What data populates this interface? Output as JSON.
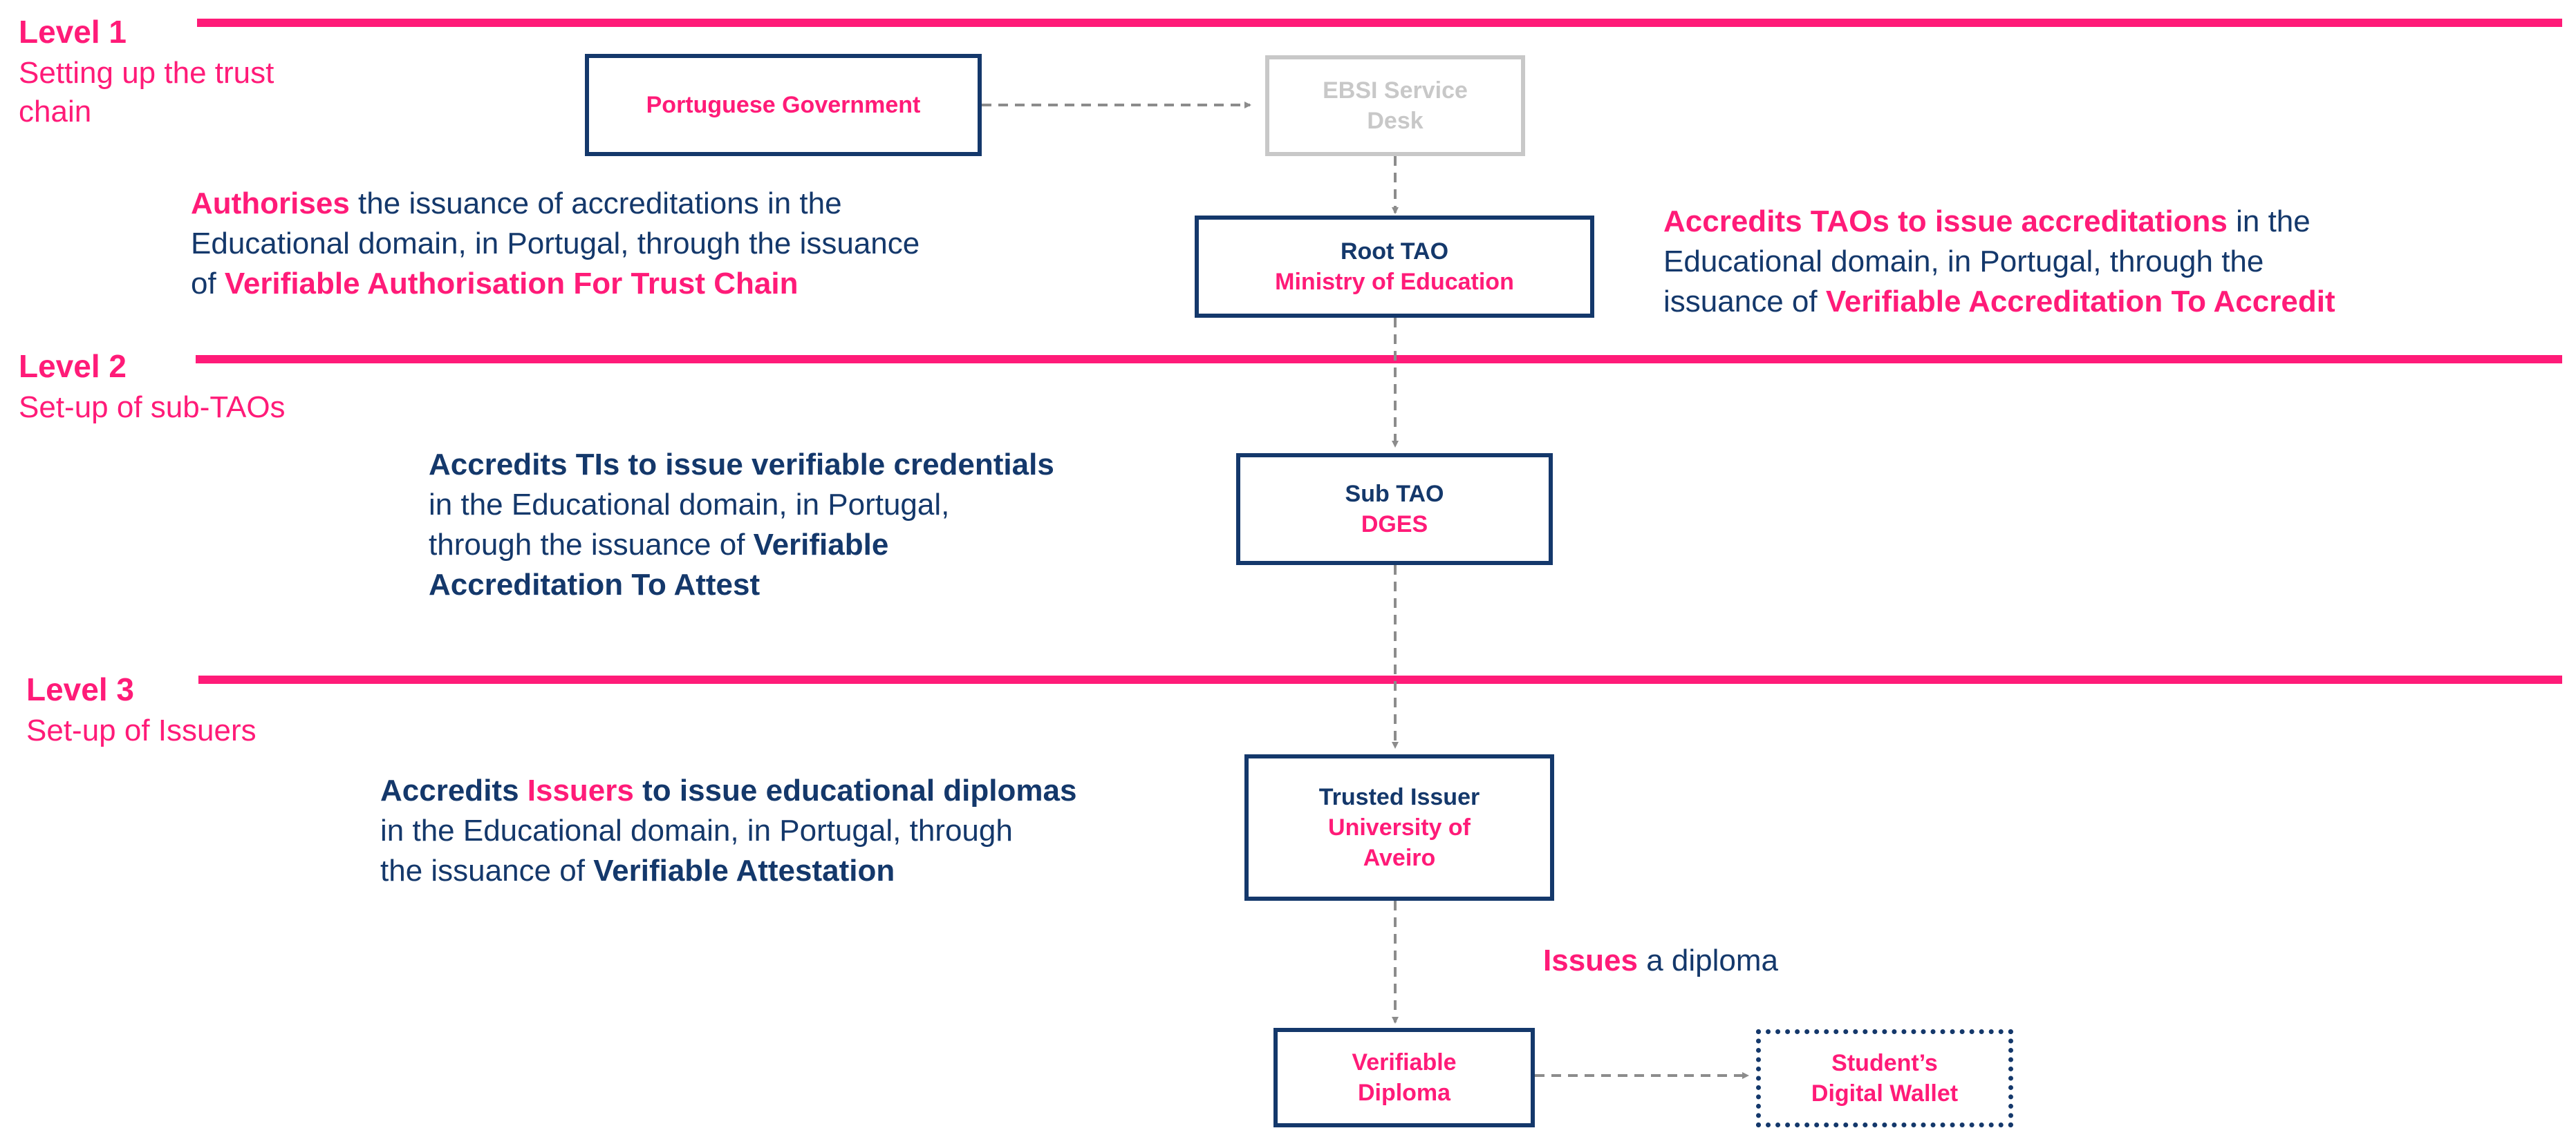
{
  "levels": [
    {
      "title": "Level 1",
      "subtitle_line1": "Setting up the trust",
      "subtitle_line2": "chain"
    },
    {
      "title": "Level 2",
      "subtitle_line1": "Set-up of sub-TAOs"
    },
    {
      "title": "Level 3",
      "subtitle_line1": "Set-up of Issuers"
    }
  ],
  "boxes": {
    "portuguese_government": {
      "label": "Portuguese Government"
    },
    "ebsi_service_desk": {
      "label_line1": "EBSI Service",
      "label_line2": "Desk"
    },
    "root_tao": {
      "role": "Root TAO",
      "name": "Ministry of Education"
    },
    "sub_tao": {
      "role": "Sub TAO",
      "name": "DGES"
    },
    "trusted_issuer": {
      "role": "Trusted Issuer",
      "name_line1": "University of",
      "name_line2": "Aveiro"
    },
    "verifiable_diploma": {
      "label_line1": "Verifiable",
      "label_line2": "Diploma"
    },
    "students_wallet": {
      "label_line1": "Student’s",
      "label_line2": "Digital Wallet"
    }
  },
  "descriptions": {
    "authorises": {
      "keyword": "Authorises",
      "line1_rest": " the issuance of accreditations in the",
      "line2": "Educational domain, in Portugal, through the issuance",
      "line3_prefix": "of ",
      "line3_bold": "Verifiable Authorisation For Trust Chain"
    },
    "accredits_taos": {
      "keyword": "Accredits TAOs to issue accreditations",
      "line1_rest": " in the",
      "line2": "Educational domain, in Portugal, through the",
      "line3_prefix": "issuance of ",
      "line3_bold": "Verifiable Accreditation To Accredit"
    },
    "accredits_tis": {
      "keyword": "Accredits TIs to issue verifiable credentials",
      "line2": "in the Educational domain, in Portugal,",
      "line3_prefix": "through the issuance of ",
      "line3_bold": "Verifiable",
      "line4_bold": "Accreditation To Attest"
    },
    "accredits_issuers": {
      "keyword_a": "Accredits ",
      "keyword_b": "Issuers",
      "keyword_c": " to issue educational diplomas",
      "line2": "in the Educational domain, in Portugal, through",
      "line3_prefix": "the issuance of ",
      "line3_bold": "Verifiable Attestation"
    },
    "issues": {
      "keyword": "Issues",
      "rest": " a diploma"
    }
  },
  "colors": {
    "pink": "#ff1b78",
    "navy": "#14386b",
    "gray": "#c8c8c8",
    "arrow": "#8c8c8c"
  }
}
